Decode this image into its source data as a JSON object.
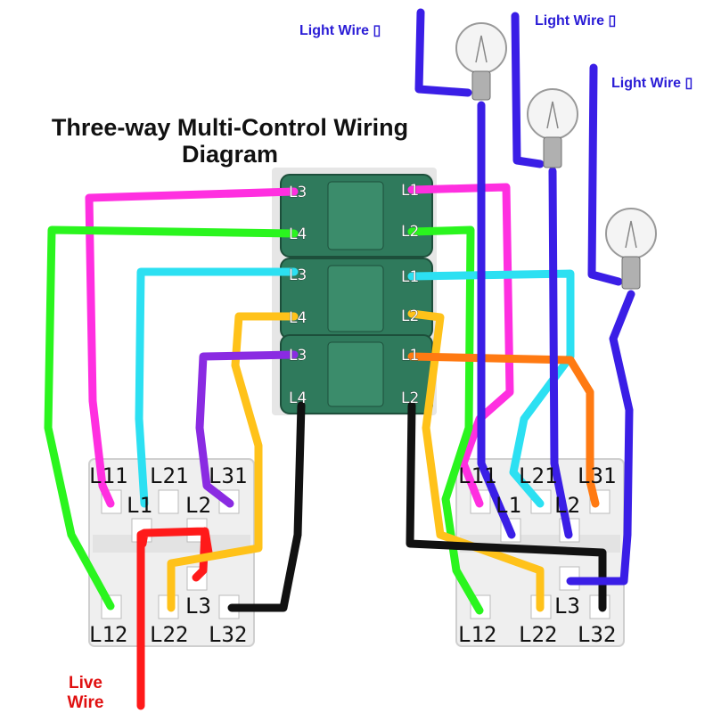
{
  "title": {
    "line1": "Three-way Multi-Control Wiring",
    "line2": "Diagram"
  },
  "lights": [
    {
      "label": "Light Wire ▯"
    },
    {
      "label": "Light Wire ▯"
    },
    {
      "label": "Light Wire ▯"
    }
  ],
  "live_wire": {
    "line1": "Live",
    "line2": "Wire"
  },
  "relay_terminals": {
    "left": [
      "L3",
      "L4",
      "L3",
      "L4",
      "L3",
      "L4"
    ],
    "right": [
      "L1",
      "L2",
      "L1",
      "L2",
      "L1",
      "L2"
    ]
  },
  "left_panel": {
    "top": [
      "L11",
      "L21",
      "L31"
    ],
    "mid": [
      "L1",
      "L2"
    ],
    "l3": "L3",
    "bottom": [
      "L12",
      "L22",
      "L32"
    ]
  },
  "right_panel": {
    "top": [
      "L11",
      "L21",
      "L31"
    ],
    "mid": [
      "L1",
      "L2"
    ],
    "l3": "L3",
    "bottom": [
      "L12",
      "L22",
      "L32"
    ]
  },
  "colors": {
    "magenta": "#ff2fe0",
    "green": "#2af51e",
    "cyan": "#2ce0f2",
    "yellow": "#ffc21a",
    "purple": "#8a2be2",
    "black": "#111111",
    "orange": "#ff7a12",
    "red": "#ff1a1a",
    "blue": "#3a1ee6",
    "relay": "#2f7a5c"
  }
}
